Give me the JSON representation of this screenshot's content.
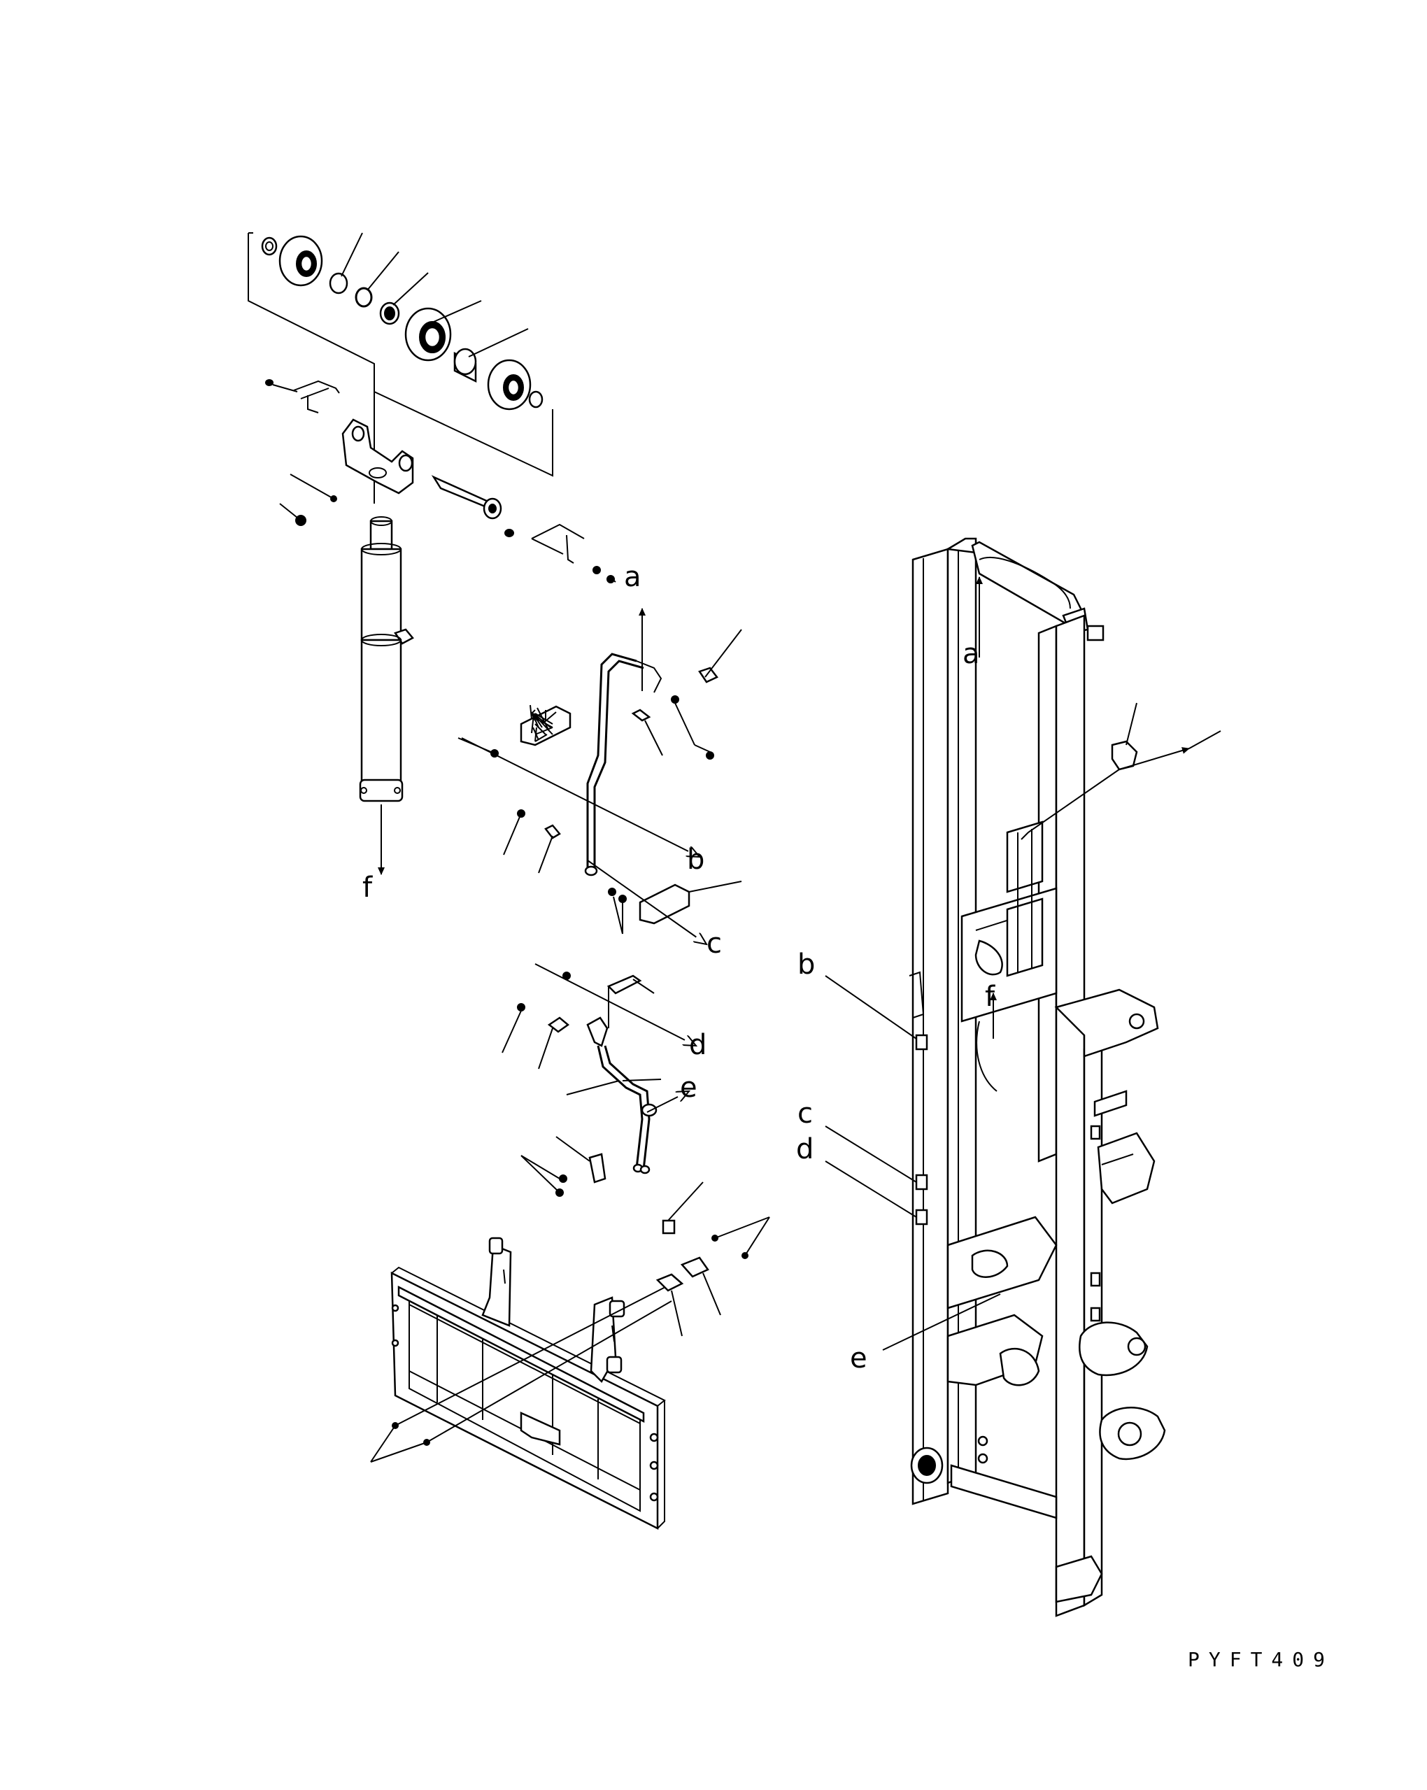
{
  "labels": {
    "left_a": "a",
    "left_b": "b",
    "left_c": "c",
    "left_d": "d",
    "left_e": "e",
    "left_f": "f",
    "right_a": "a",
    "right_b": "b",
    "right_c": "c",
    "right_d": "d",
    "right_e": "e",
    "right_f": "f"
  },
  "drawing_code": "PYFT409"
}
